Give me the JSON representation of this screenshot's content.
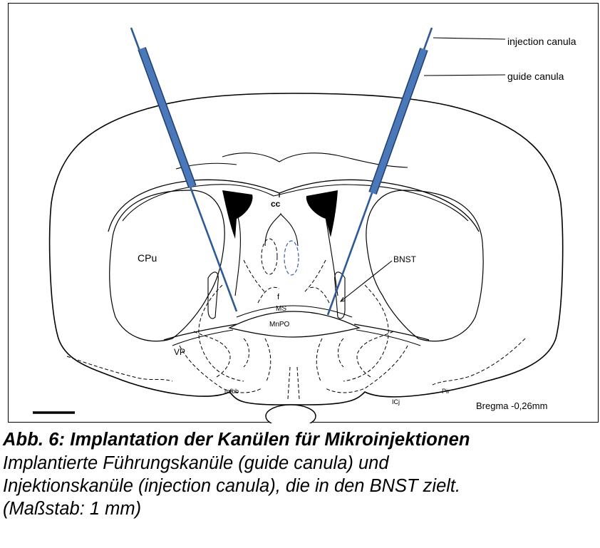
{
  "diagram": {
    "labels": {
      "injection_canula": "injection canula",
      "guide_canula": "guide canula",
      "bnst": "BNST",
      "cpu": "CPu",
      "cc": "cc",
      "f": "f",
      "ms": "MS",
      "mnpo": "MnPO",
      "vp": "VP",
      "mfbb": "mfbb",
      "icj": "ICj",
      "pir": "Pir",
      "bregma": "Bregma -0,26mm"
    },
    "colors": {
      "canula_fill": "#4a78b8",
      "canula_outline": "#1f3d6e",
      "injection_line": "#2e5a96",
      "outline": "#000000"
    }
  },
  "caption": {
    "title": "Abb. 6: Implantation der Kanülen für Mikroinjektionen",
    "line1": "Implantierte Führungskanüle (guide canula) und",
    "line2": "Injektionskanüle (injection canula), die in den BNST zielt.",
    "line3": "(Maßstab: 1 mm)"
  }
}
